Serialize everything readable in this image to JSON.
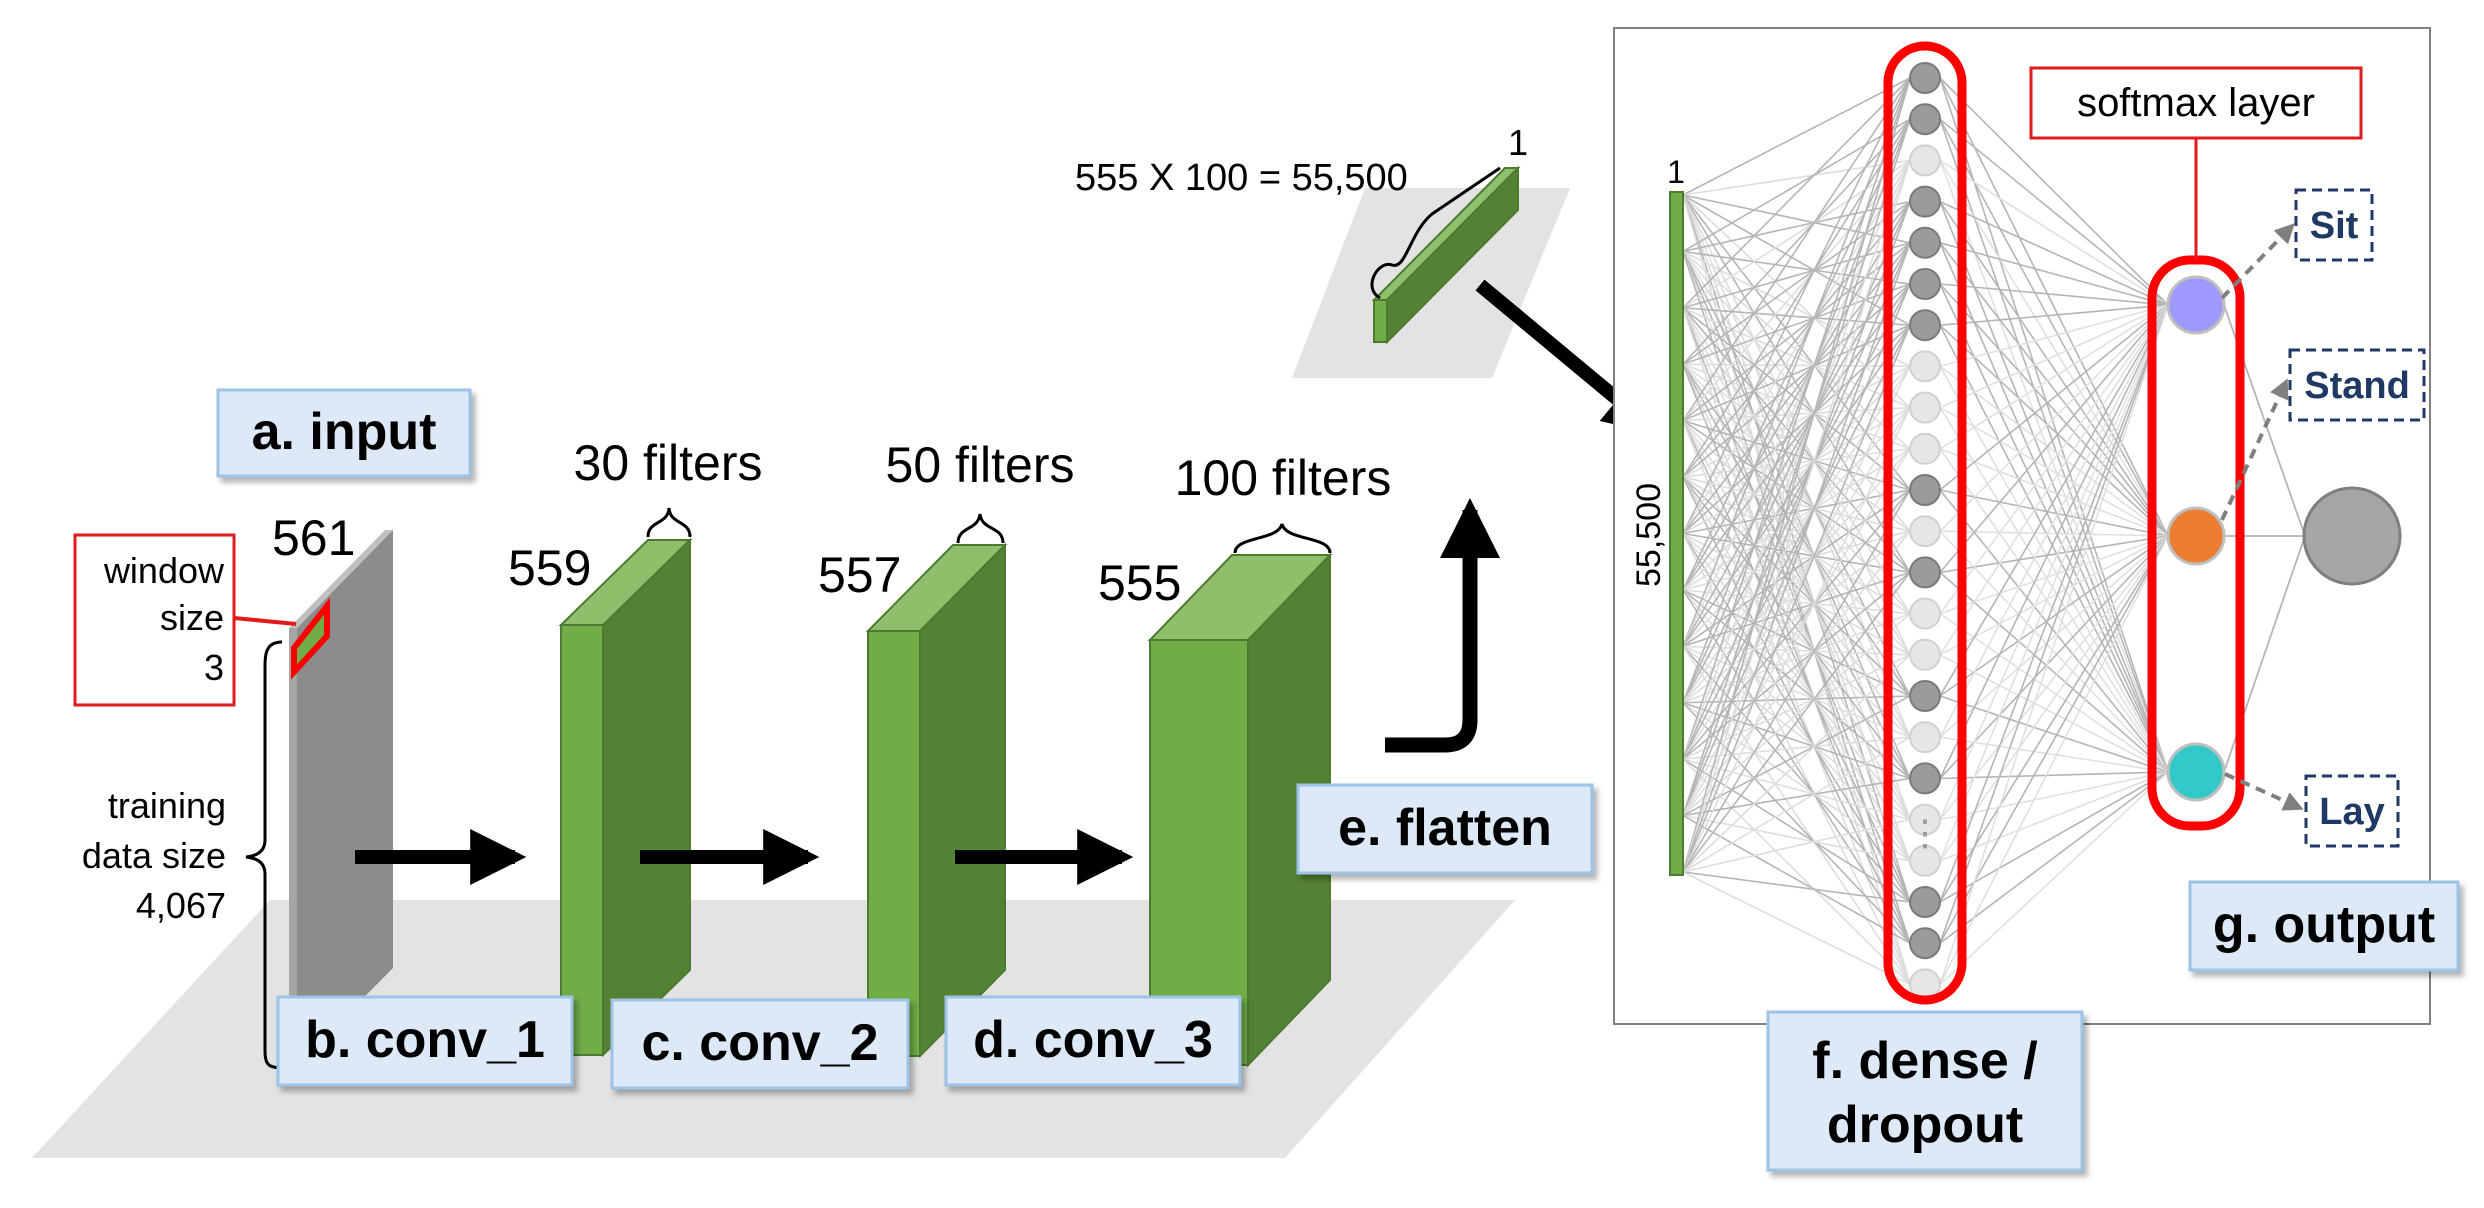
{
  "labels": {
    "input": "a. input",
    "conv1": "b. conv_1",
    "conv2": "c. conv_2",
    "conv3": "d. conv_3",
    "flatten": "e. flatten",
    "dense_line1": "f. dense /",
    "dense_line2": "dropout",
    "output": "g. output",
    "softmax": "softmax layer"
  },
  "input_layer": {
    "height_label": "561",
    "window_line1": "window",
    "window_line2": "size",
    "window_line3": "3",
    "training_line1": "training",
    "training_line2": "data size",
    "training_line3": "4,067"
  },
  "conv_layers": [
    {
      "height": "559",
      "filters": "30 filters"
    },
    {
      "height": "557",
      "filters": "50 filters"
    },
    {
      "height": "555",
      "filters": "100 filters"
    }
  ],
  "flatten": {
    "formula": "555 X 100 = 55,500",
    "width_label": "1"
  },
  "dense": {
    "input_size": "55,500",
    "input_width": "1",
    "ellipsis": "⋮",
    "node_states": [
      "on",
      "on",
      "off",
      "on",
      "on",
      "on",
      "on",
      "off",
      "off",
      "off",
      "on",
      "off",
      "on",
      "off",
      "off",
      "on",
      "off",
      "on",
      "off",
      "off",
      "on",
      "on",
      "off"
    ]
  },
  "outputs": {
    "classes": [
      "Sit",
      "Stand",
      "Lay"
    ],
    "node_colors": [
      "#9d99ff",
      "#ed7d31",
      "#33c9c9"
    ]
  },
  "colors": {
    "green_front": "#70ad47",
    "green_side": "#548235",
    "green_top": "#8fbf6b",
    "label_bg": "#dde9f6",
    "label_border": "#9dc3e6",
    "highlight_red": "#ff0000",
    "class_text": "#1f3864"
  }
}
